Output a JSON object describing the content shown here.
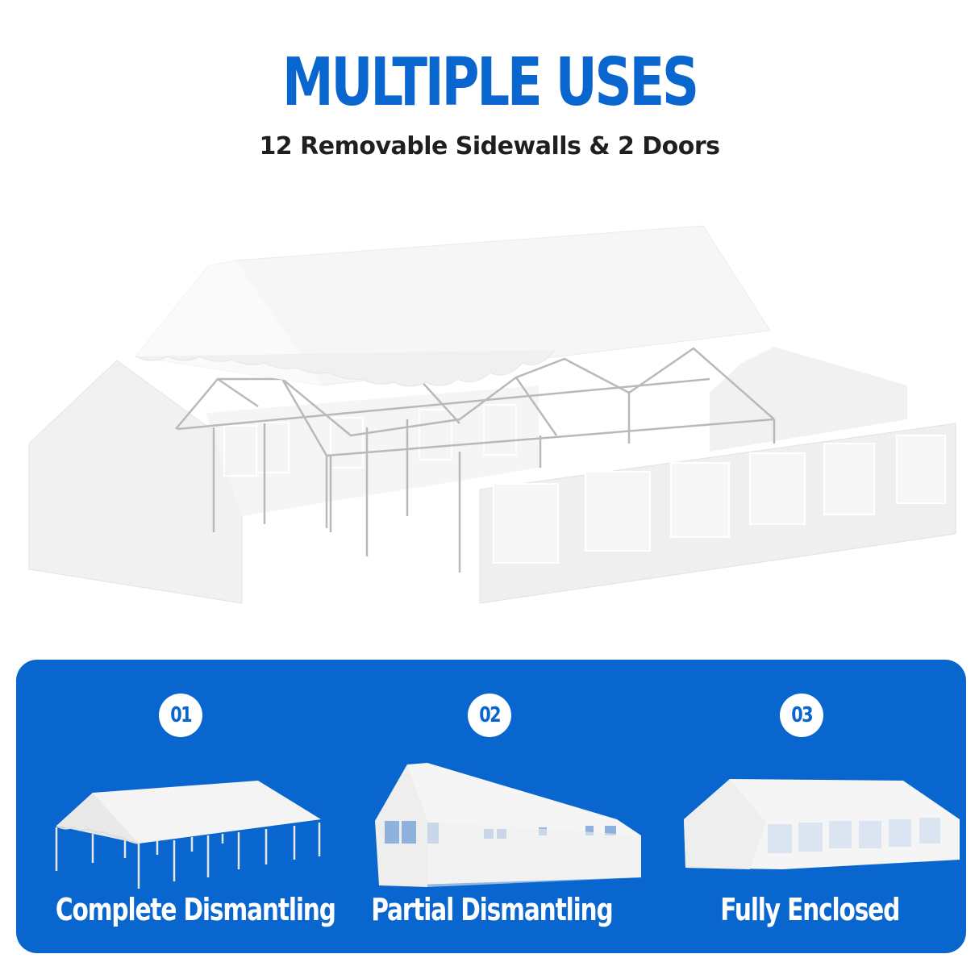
{
  "header": {
    "title": "MULTIPLE USES",
    "subtitle": "12 Removable Sidewalls & 2 Doors"
  },
  "hero": {
    "image": "tent-exploded-view-icon",
    "description": "Party tent with roof canopy lifted, steel frame visible, and removable sidewalls with windows"
  },
  "colors": {
    "accent": "#0966cf",
    "subtitle_text": "#1f1f1f",
    "panel_text": "#ffffff"
  },
  "modes": [
    {
      "number": "01",
      "label": "Complete Dismantling",
      "image": "tent-frame-roof-only-icon"
    },
    {
      "number": "02",
      "label": "Partial Dismantling",
      "image": "tent-partial-walls-icon"
    },
    {
      "number": "03",
      "label": "Fully Enclosed",
      "image": "tent-fully-enclosed-icon"
    }
  ]
}
